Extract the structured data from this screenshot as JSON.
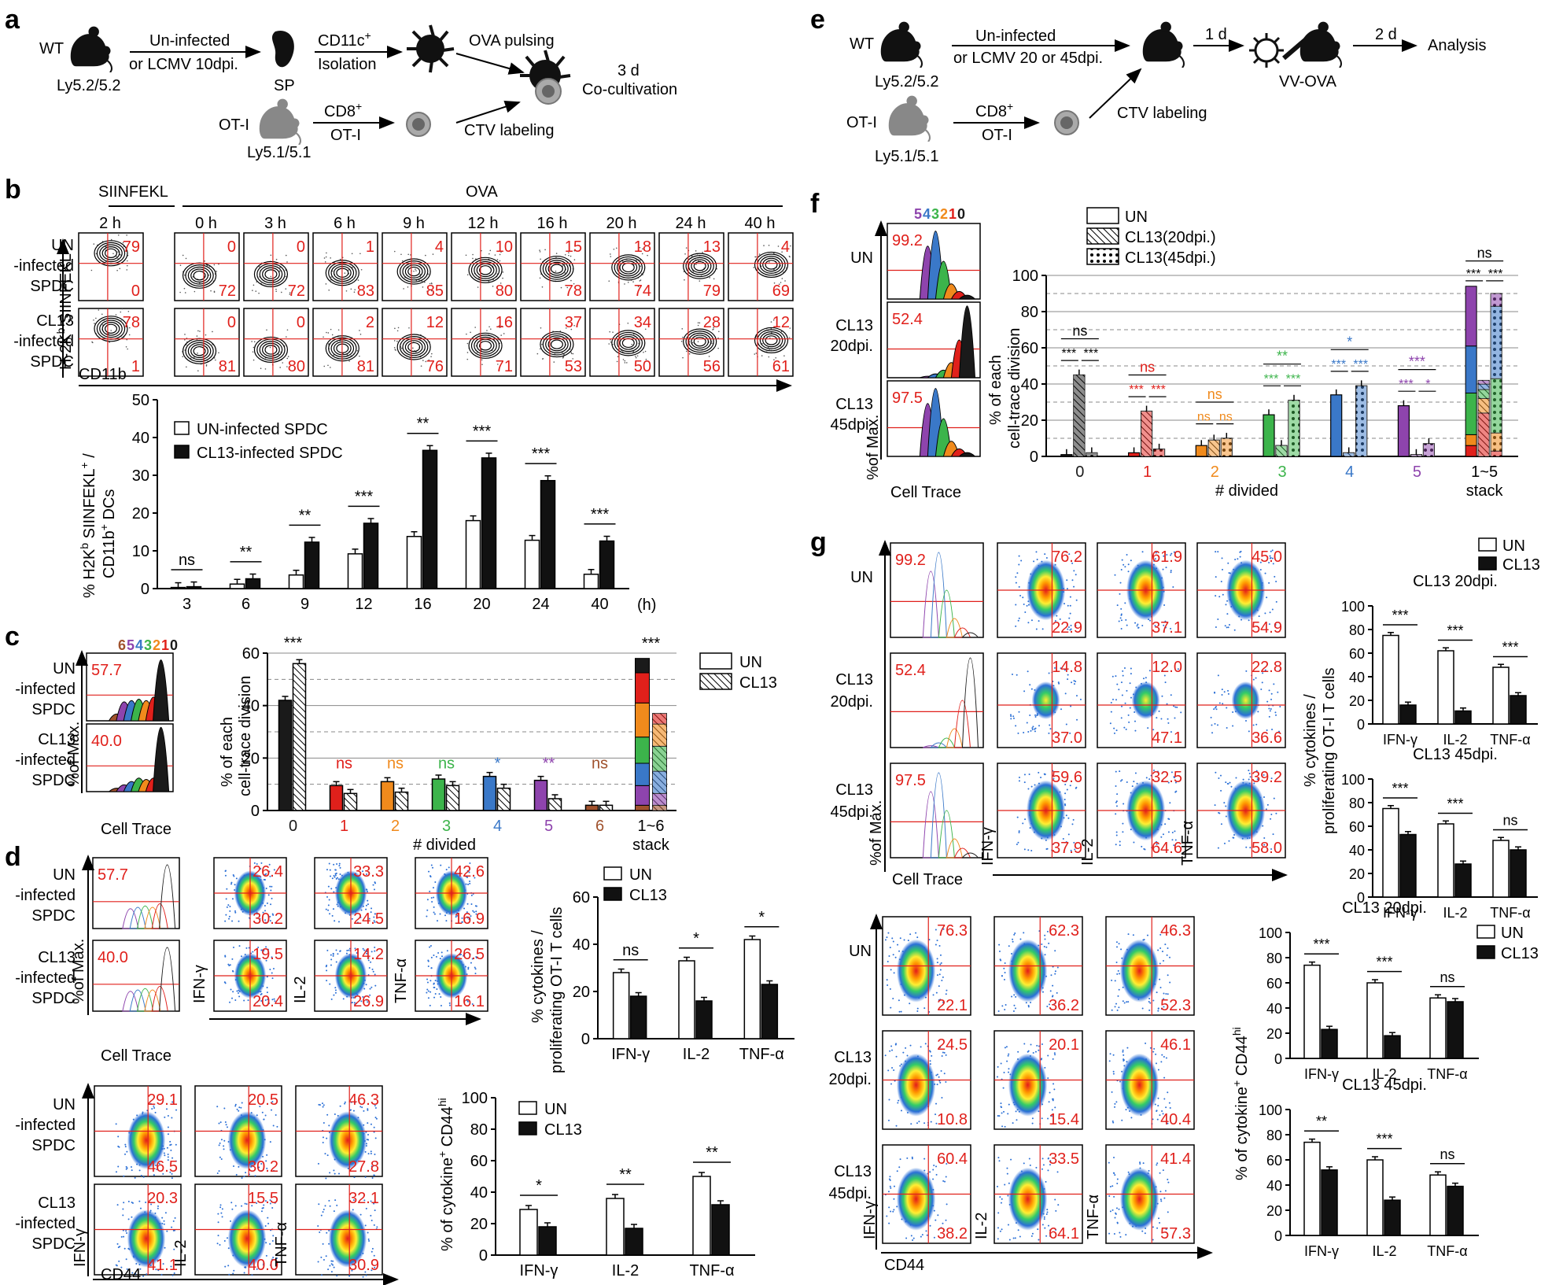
{
  "panel_a": {
    "letter": "a",
    "wt": "WT",
    "wt_strain": "Ly5.2/5.2",
    "infection_line1": "Un-infected",
    "infection_line2": "or LCMV 10dpi.",
    "sp": "SP",
    "cd11c": "CD11c",
    "cd11c_sup": "+",
    "isolation": "Isolation",
    "ova_pulsing": "OVA pulsing",
    "coculture_line1": "3 d",
    "coculture_line2": "Co-cultivation",
    "oti": "OT-I",
    "oti_strain": "Ly5.1/5.1",
    "cd8": "CD8",
    "cd8_sup": "+",
    "cd8_oti": "OT-I",
    "ctv": "CTV labeling"
  },
  "panel_b": {
    "letter": "b",
    "siinfekl_header": "SIINFEKL",
    "ova_header": "OVA",
    "times": [
      "2 h",
      "0 h",
      "3 h",
      "6 h",
      "9 h",
      "12 h",
      "16 h",
      "20 h",
      "24 h",
      "40 h"
    ],
    "row_labels": [
      [
        "UN",
        "-infected",
        "SPDC"
      ],
      [
        "CL13",
        "-infected",
        "SPDC"
      ]
    ],
    "y_axis": "H-2K",
    "y_axis_sup": "b",
    "y_axis_tail": " SIINFEKL",
    "x_axis": "CD11b",
    "un_top": [
      "79",
      "0",
      "0",
      "1",
      "4",
      "10",
      "15",
      "18",
      "13",
      "4"
    ],
    "un_bottom": [
      "0",
      "72",
      "72",
      "83",
      "85",
      "80",
      "78",
      "74",
      "79",
      "69"
    ],
    "cl_top": [
      "78",
      "0",
      "0",
      "2",
      "12",
      "16",
      "37",
      "34",
      "28",
      "12"
    ],
    "cl_bottom": [
      "1",
      "81",
      "80",
      "81",
      "76",
      "71",
      "53",
      "50",
      "56",
      "61"
    ]
  },
  "chart_b": {
    "type": "bar",
    "categories": [
      "3",
      "6",
      "9",
      "12",
      "16",
      "20",
      "24",
      "40"
    ],
    "unit": "(h)",
    "ylabel_line1": "% H2K",
    "ylabel_sup": "b",
    "ylabel_tail": " SIINFEKL",
    "ylabel_sup2": "+",
    "ylabel_tail2": " /",
    "ylabel_line2": "CD11b",
    "ylabel_line2_sup": "+",
    "ylabel_line2_tail": " DCs",
    "ylim": [
      0,
      50
    ],
    "yticks": [
      "0",
      "10",
      "20",
      "30",
      "40",
      "50"
    ],
    "series": [
      {
        "name": "UN-infected SPDC",
        "values": [
          0.3,
          1.2,
          3.6,
          9.2,
          13.8,
          18.0,
          12.8,
          3.8
        ]
      },
      {
        "name": "CL13-infected SPDC",
        "values": [
          0.5,
          2.6,
          12.3,
          17.3,
          36.6,
          34.6,
          28.6,
          12.6
        ]
      }
    ],
    "sig": [
      "ns",
      "**",
      "**",
      "***",
      "**",
      "***",
      "***",
      "***"
    ]
  },
  "panel_c": {
    "letter": "c",
    "division_colors": "6543210",
    "row_labels": [
      [
        "UN",
        "-infected",
        "SPDC"
      ],
      [
        "CL13",
        "-infected",
        "SPDC"
      ]
    ],
    "pcts": [
      "57.7",
      "40.0"
    ],
    "y_axis": "%of Max.",
    "x_axis": "Cell Trace"
  },
  "chart_c": {
    "type": "bar",
    "categories": [
      "0",
      "1",
      "2",
      "3",
      "4",
      "5",
      "6"
    ],
    "stack_label_line1": "1~6",
    "stack_label_line2": "stack",
    "xlabel": "# divided",
    "ylabel_line1": "% of each",
    "ylabel_line2": "cell-trace division",
    "ylim": [
      0,
      60
    ],
    "yticks": [
      "0",
      "20",
      "40",
      "60"
    ],
    "series": [
      {
        "name": "UN",
        "values": [
          42,
          9.5,
          11,
          12,
          13,
          11.5,
          2
        ]
      },
      {
        "name": "CL13",
        "values": [
          56,
          6.5,
          7,
          9.5,
          8.5,
          4.5,
          2
        ]
      }
    ],
    "stack_un": [
      2,
      7.5,
      8.5,
      10,
      13,
      11.5,
      5.5
    ],
    "stack_cl": [
      2,
      4.5,
      8.5,
      9.5,
      8.5,
      4.0
    ],
    "sig": [
      "***",
      "ns",
      "ns",
      "ns",
      "*",
      "**",
      "ns",
      "***"
    ],
    "sig_colors": [
      "#000",
      "#e0201b",
      "#f08a1c",
      "#3cb44b",
      "#3a78c8",
      "#8e44ad",
      "#a0522d",
      "#000"
    ]
  },
  "panel_d": {
    "letter": "d",
    "row_labels": [
      [
        "UN",
        "-infected",
        "SPDC"
      ],
      [
        "CL13",
        "-infected",
        "SPDC"
      ]
    ],
    "hist_pcts": [
      "57.7",
      "40.0"
    ],
    "hist_y": "%of Max.",
    "hist_x": "Cell Trace",
    "cyto_y": [
      "IFN-γ",
      "IL-2",
      "TNF-α"
    ],
    "top_un": [
      "26.4",
      "33.3",
      "42.6"
    ],
    "bot_un": [
      "30.2",
      "24.5",
      "16.9"
    ],
    "top_cl": [
      "19.5",
      "14.2",
      "26.5"
    ],
    "bot_cl": [
      "20.4",
      "26.9",
      "16.1"
    ],
    "cd44_row_labels": [
      [
        "UN",
        "-infected",
        "SPDC"
      ],
      [
        "CL13",
        "-infected",
        "SPDC"
      ]
    ],
    "cd44_top_un": [
      "29.1",
      "20.5",
      "46.3"
    ],
    "cd44_bot_un": [
      "46.5",
      "30.2",
      "27.8"
    ],
    "cd44_top_cl": [
      "20.3",
      "15.5",
      "32.1"
    ],
    "cd44_bot_cl": [
      "41.1",
      "40.0",
      "30.9"
    ],
    "cd44_x": "CD44"
  },
  "chart_d1": {
    "type": "bar",
    "categories": [
      "IFN-γ",
      "IL-2",
      "TNF-α"
    ],
    "ylabel_line1": "% cytokines /",
    "ylabel_line2": "proliferating OT-I T cells",
    "ylim": [
      0,
      60
    ],
    "yticks": [
      "0",
      "20",
      "40",
      "60"
    ],
    "series": [
      {
        "name": "UN",
        "values": [
          28,
          33,
          42
        ]
      },
      {
        "name": "CL13",
        "values": [
          18,
          16,
          23
        ]
      }
    ],
    "sig": [
      "ns",
      "*",
      "*"
    ]
  },
  "chart_d2": {
    "type": "bar",
    "categories": [
      "IFN-γ",
      "IL-2",
      "TNF-α"
    ],
    "ylabel": "% of cytokine",
    "ylabel_sup": "+",
    "ylabel_tail": " CD44",
    "ylabel_sup2": "hi",
    "ylim": [
      0,
      100
    ],
    "yticks": [
      "0",
      "20",
      "40",
      "60",
      "80",
      "100"
    ],
    "series": [
      {
        "name": "UN",
        "values": [
          29,
          36,
          50
        ]
      },
      {
        "name": "CL13",
        "values": [
          18,
          17,
          32
        ]
      }
    ],
    "sig": [
      "*",
      "**",
      "**"
    ]
  },
  "panel_e": {
    "letter": "e",
    "wt": "WT",
    "wt_strain": "Ly5.2/5.2",
    "infection_line1": "Un-infected",
    "infection_line2": "or LCMV 20 or 45dpi.",
    "day1": "1 d",
    "day2": "2 d",
    "analysis": "Analysis",
    "vv": "VV-OVA",
    "oti": "OT-I",
    "oti_strain": "Ly5.1/5.1",
    "cd8": "CD8",
    "cd8_sup": "+",
    "cd8_oti": "OT-I",
    "ctv": "CTV labeling"
  },
  "panel_f": {
    "letter": "f",
    "division_colors": "543210",
    "row_labels": [
      [
        "UN"
      ],
      [
        "CL13",
        "20dpi."
      ],
      [
        "CL13",
        "45dpi."
      ]
    ],
    "pcts": [
      "99.2",
      "52.4",
      "97.5"
    ],
    "y_axis": "%of Max.",
    "x_axis": "Cell Trace"
  },
  "chart_f": {
    "type": "bar",
    "categories": [
      "0",
      "1",
      "2",
      "3",
      "4",
      "5"
    ],
    "stack_label_line1": "1~5",
    "stack_label_line2": "stack",
    "xlabel": "# divided",
    "ylabel_line1": "% of each",
    "ylabel_line2": "cell-trace division",
    "ylim": [
      0,
      100
    ],
    "yticks": [
      "0",
      "20",
      "40",
      "60",
      "80",
      "100"
    ],
    "series": [
      {
        "name": "UN",
        "values": [
          1,
          2,
          6,
          23,
          34,
          28
        ]
      },
      {
        "name": "CL13(20dpi.)",
        "values": [
          45,
          25,
          9,
          6,
          2,
          1
        ]
      },
      {
        "name": "CL13(45dpi.)",
        "values": [
          2,
          4,
          10,
          31,
          39,
          7
        ]
      }
    ],
    "sig_top": [
      "ns",
      "ns",
      "ns",
      "**",
      "*",
      "***",
      "ns"
    ],
    "sig_pairs": [
      [
        "***",
        "***"
      ],
      [
        "***",
        "***"
      ],
      [
        "ns",
        "ns"
      ],
      [
        "***",
        "***"
      ],
      [
        "***",
        "***"
      ],
      [
        "***",
        "*"
      ],
      [
        "***",
        "***"
      ]
    ],
    "sig_colors": [
      "#000",
      "#e0201b",
      "#f08a1c",
      "#3cb44b",
      "#3a78c8",
      "#8e44ad",
      "#000"
    ]
  },
  "panel_g": {
    "letter": "g",
    "row_labels": [
      [
        "UN"
      ],
      [
        "CL13",
        "20dpi."
      ],
      [
        "CL13",
        "45dpi."
      ]
    ],
    "hist_pcts": [
      "99.2",
      "52.4",
      "97.5"
    ],
    "hist_y": "%of Max.",
    "hist_x": "Cell Trace",
    "cyto_y": [
      "IFN-γ",
      "IL-2",
      "TNF-α"
    ],
    "top": [
      [
        "76.2",
        "61.9",
        "45.0"
      ],
      [
        "14.8",
        "12.0",
        "22.8"
      ],
      [
        "59.6",
        "32.5",
        "39.2"
      ]
    ],
    "bot": [
      [
        "22.9",
        "37.1",
        "54.9"
      ],
      [
        "37.0",
        "47.1",
        "36.6"
      ],
      [
        "37.9",
        "64.6",
        "58.0"
      ]
    ],
    "cd44_top": [
      [
        "76.3",
        "62.3",
        "46.3"
      ],
      [
        "24.5",
        "20.1",
        "46.1"
      ],
      [
        "60.4",
        "33.5",
        "41.4"
      ]
    ],
    "cd44_bot": [
      [
        "22.1",
        "36.2",
        "52.3"
      ],
      [
        "10.8",
        "15.4",
        "40.4"
      ],
      [
        "38.2",
        "64.1",
        "57.3"
      ]
    ],
    "cd44_x": "CD44"
  },
  "chart_g1": {
    "title": "CL13 20dpi.",
    "type": "bar",
    "categories": [
      "IFN-γ",
      "IL-2",
      "TNF-α"
    ],
    "ylim": [
      0,
      100
    ],
    "yticks": [
      "0",
      "20",
      "40",
      "60",
      "80",
      "100"
    ],
    "series": [
      {
        "name": "UN",
        "values": [
          75,
          62,
          48
        ]
      },
      {
        "name": "CL13",
        "values": [
          16,
          11,
          24
        ]
      }
    ],
    "sig": [
      "***",
      "***",
      "***"
    ]
  },
  "chart_g2": {
    "title": "CL13 45dpi.",
    "type": "bar",
    "categories": [
      "IFN-γ",
      "IL-2",
      "TNF-α"
    ],
    "ylim": [
      0,
      100
    ],
    "yticks": [
      "0",
      "20",
      "40",
      "60",
      "80",
      "100"
    ],
    "series": [
      {
        "name": "UN",
        "values": [
          75,
          62,
          48
        ]
      },
      {
        "name": "CL13",
        "values": [
          53,
          28,
          40
        ]
      }
    ],
    "sig": [
      "***",
      "***",
      "ns"
    ]
  },
  "chart_g_ylabel_line1": "% cytokines /",
  "chart_g_ylabel_line2": "proliferating OT-I T cells",
  "chart_g3": {
    "title": "CL13 20dpi.",
    "type": "bar",
    "categories": [
      "IFN-γ",
      "IL-2",
      "TNF-α"
    ],
    "ylim": [
      0,
      100
    ],
    "yticks": [
      "0",
      "20",
      "40",
      "60",
      "80",
      "100"
    ],
    "series": [
      {
        "name": "UN",
        "values": [
          74,
          60,
          48
        ]
      },
      {
        "name": "CL13",
        "values": [
          23,
          18,
          45
        ]
      }
    ],
    "sig": [
      "***",
      "***",
      "ns"
    ]
  },
  "chart_g4": {
    "title": "CL13 45dpi.",
    "type": "bar",
    "categories": [
      "IFN-γ",
      "IL-2",
      "TNF-α"
    ],
    "ylim": [
      0,
      100
    ],
    "yticks": [
      "0",
      "20",
      "40",
      "60",
      "80",
      "100"
    ],
    "series": [
      {
        "name": "UN",
        "values": [
          74,
          60,
          48
        ]
      },
      {
        "name": "CL13",
        "values": [
          52,
          28,
          39
        ]
      }
    ],
    "sig": [
      "**",
      "***",
      "ns"
    ]
  },
  "chart_g_cd44_ylabel": "% of cytokine",
  "chart_g_cd44_sup": "+",
  "chart_g_cd44_tail": " CD44",
  "chart_g_cd44_sup2": "hi",
  "colors": {
    "red": "#e0201b",
    "orange": "#f08a1c",
    "green": "#3cb44b",
    "blue": "#3a78c8",
    "purple": "#8e44ad",
    "brown": "#a0522d",
    "black": "#1a1a1a"
  }
}
